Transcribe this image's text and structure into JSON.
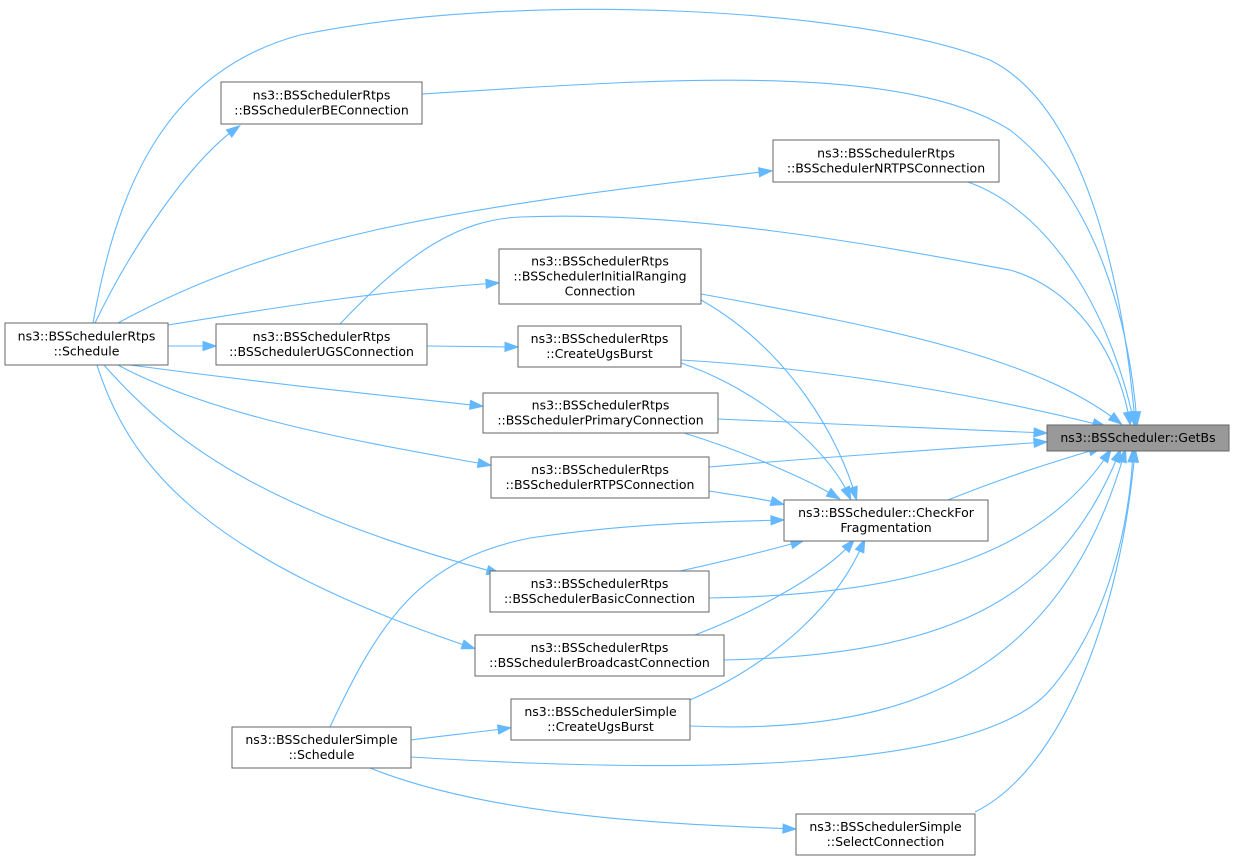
{
  "graph": {
    "nodes": [
      {
        "id": "getbs",
        "lines": [
          "ns3::BSScheduler::GetBs"
        ],
        "highlight": true
      },
      {
        "id": "rtps_schedule",
        "lines": [
          "ns3::BSSchedulerRtps",
          "::Schedule"
        ]
      },
      {
        "id": "rtps_be",
        "lines": [
          "ns3::BSSchedulerRtps",
          "::BSSchedulerBEConnection"
        ]
      },
      {
        "id": "rtps_nrtps",
        "lines": [
          "ns3::BSSchedulerRtps",
          "::BSSchedulerNRTPSConnection"
        ]
      },
      {
        "id": "rtps_initial",
        "lines": [
          "ns3::BSSchedulerRtps",
          "::BSSchedulerInitialRanging",
          "Connection"
        ]
      },
      {
        "id": "rtps_ugs",
        "lines": [
          "ns3::BSSchedulerRtps",
          "::BSSchedulerUGSConnection"
        ]
      },
      {
        "id": "rtps_create",
        "lines": [
          "ns3::BSSchedulerRtps",
          "::CreateUgsBurst"
        ]
      },
      {
        "id": "rtps_primary",
        "lines": [
          "ns3::BSSchedulerRtps",
          "::BSSchedulerPrimaryConnection"
        ]
      },
      {
        "id": "rtps_rtps",
        "lines": [
          "ns3::BSSchedulerRtps",
          "::BSSchedulerRTPSConnection"
        ]
      },
      {
        "id": "check_frag",
        "lines": [
          "ns3::BSScheduler::CheckFor",
          "Fragmentation"
        ]
      },
      {
        "id": "rtps_basic",
        "lines": [
          "ns3::BSSchedulerRtps",
          "::BSSchedulerBasicConnection"
        ]
      },
      {
        "id": "rtps_broadcast",
        "lines": [
          "ns3::BSSchedulerRtps",
          "::BSSchedulerBroadcastConnection"
        ]
      },
      {
        "id": "simple_create",
        "lines": [
          "ns3::BSSchedulerSimple",
          "::CreateUgsBurst"
        ]
      },
      {
        "id": "simple_schedule",
        "lines": [
          "ns3::BSSchedulerSimple",
          "::Schedule"
        ]
      },
      {
        "id": "simple_select",
        "lines": [
          "ns3::BSSchedulerSimple",
          "::SelectConnection"
        ]
      }
    ],
    "edges": [
      {
        "from": "rtps_schedule",
        "to": "getbs"
      },
      {
        "from": "rtps_schedule",
        "to": "rtps_be"
      },
      {
        "from": "rtps_schedule",
        "to": "rtps_nrtps"
      },
      {
        "from": "rtps_schedule",
        "to": "rtps_initial"
      },
      {
        "from": "rtps_schedule",
        "to": "rtps_ugs"
      },
      {
        "from": "rtps_schedule",
        "to": "rtps_primary"
      },
      {
        "from": "rtps_schedule",
        "to": "rtps_rtps"
      },
      {
        "from": "rtps_schedule",
        "to": "rtps_basic"
      },
      {
        "from": "rtps_schedule",
        "to": "rtps_broadcast"
      },
      {
        "from": "rtps_be",
        "to": "getbs"
      },
      {
        "from": "rtps_nrtps",
        "to": "getbs"
      },
      {
        "from": "rtps_initial",
        "to": "getbs"
      },
      {
        "from": "rtps_initial",
        "to": "check_frag"
      },
      {
        "from": "rtps_ugs",
        "to": "getbs"
      },
      {
        "from": "rtps_ugs",
        "to": "rtps_create"
      },
      {
        "from": "rtps_create",
        "to": "getbs"
      },
      {
        "from": "rtps_create",
        "to": "check_frag"
      },
      {
        "from": "rtps_primary",
        "to": "getbs"
      },
      {
        "from": "rtps_primary",
        "to": "check_frag"
      },
      {
        "from": "rtps_rtps",
        "to": "getbs"
      },
      {
        "from": "rtps_rtps",
        "to": "check_frag"
      },
      {
        "from": "check_frag",
        "to": "getbs"
      },
      {
        "from": "rtps_basic",
        "to": "getbs"
      },
      {
        "from": "rtps_basic",
        "to": "check_frag"
      },
      {
        "from": "rtps_broadcast",
        "to": "getbs"
      },
      {
        "from": "rtps_broadcast",
        "to": "check_frag"
      },
      {
        "from": "simple_create",
        "to": "getbs"
      },
      {
        "from": "simple_create",
        "to": "check_frag"
      },
      {
        "from": "simple_schedule",
        "to": "getbs"
      },
      {
        "from": "simple_schedule",
        "to": "simple_create"
      },
      {
        "from": "simple_schedule",
        "to": "check_frag"
      },
      {
        "from": "simple_schedule",
        "to": "simple_select"
      },
      {
        "from": "simple_select",
        "to": "getbs"
      }
    ]
  },
  "colors": {
    "edge": "#63b8ff",
    "node_border": "#666666",
    "highlight_fill": "#999999"
  }
}
